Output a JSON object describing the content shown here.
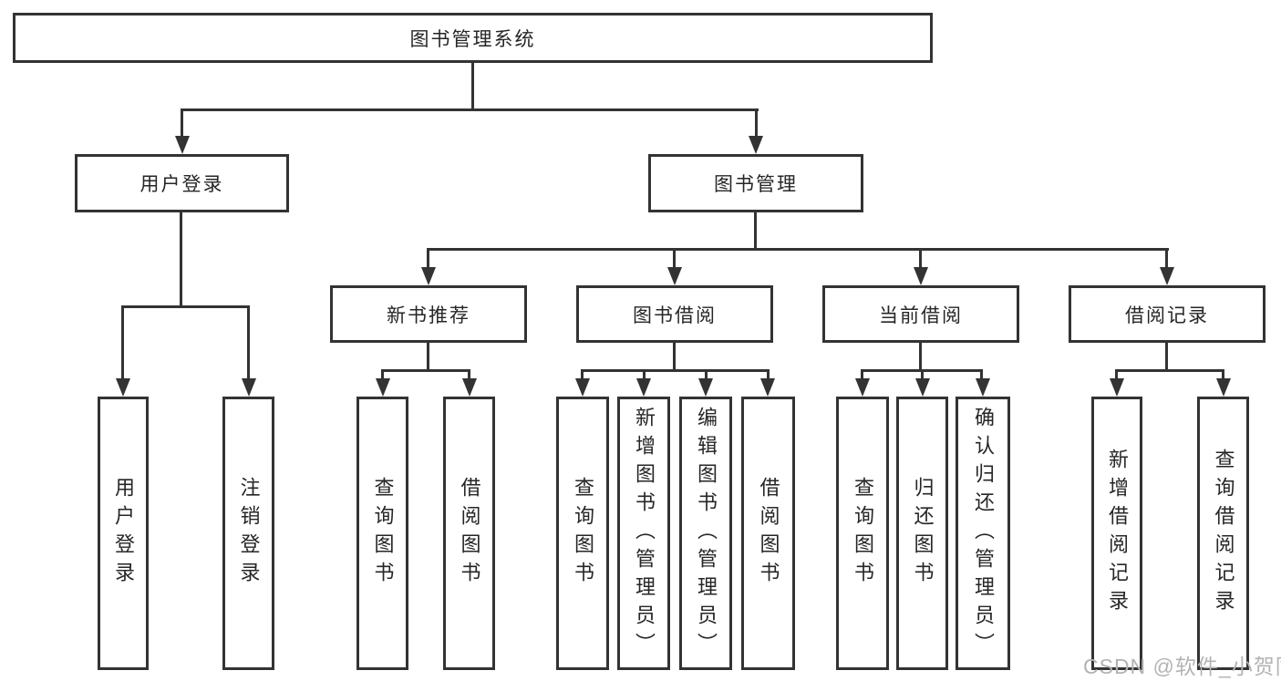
{
  "diagram": {
    "root": {
      "label": "图书管理系统"
    },
    "branches": [
      {
        "label": "用户登录",
        "children": [
          {
            "label": "用户登录"
          },
          {
            "label": "注销登录"
          }
        ]
      },
      {
        "label": "图书管理",
        "groups": [
          {
            "label": "新书推荐",
            "children": [
              {
                "label": "查询图书"
              },
              {
                "label": "借阅图书"
              }
            ]
          },
          {
            "label": "图书借阅",
            "children": [
              {
                "label": "查询图书"
              },
              {
                "label": "新增图书（管理员）"
              },
              {
                "label": "编辑图书（管理员）"
              },
              {
                "label": "借阅图书"
              }
            ]
          },
          {
            "label": "当前借阅",
            "children": [
              {
                "label": "查询图书"
              },
              {
                "label": "归还图书"
              },
              {
                "label": "确认归还（管理员）"
              }
            ]
          },
          {
            "label": "借阅记录",
            "children": [
              {
                "label": "新增借阅记录"
              },
              {
                "label": "查询借阅记录"
              }
            ]
          }
        ]
      }
    ]
  },
  "watermark": {
    "text": "CSDN @软件_小贺同学"
  },
  "colors": {
    "line": "#333333",
    "text": "#262626",
    "box_background": "#ffffff",
    "page_background": "#ffffff",
    "watermark": "#b3b3b3"
  }
}
